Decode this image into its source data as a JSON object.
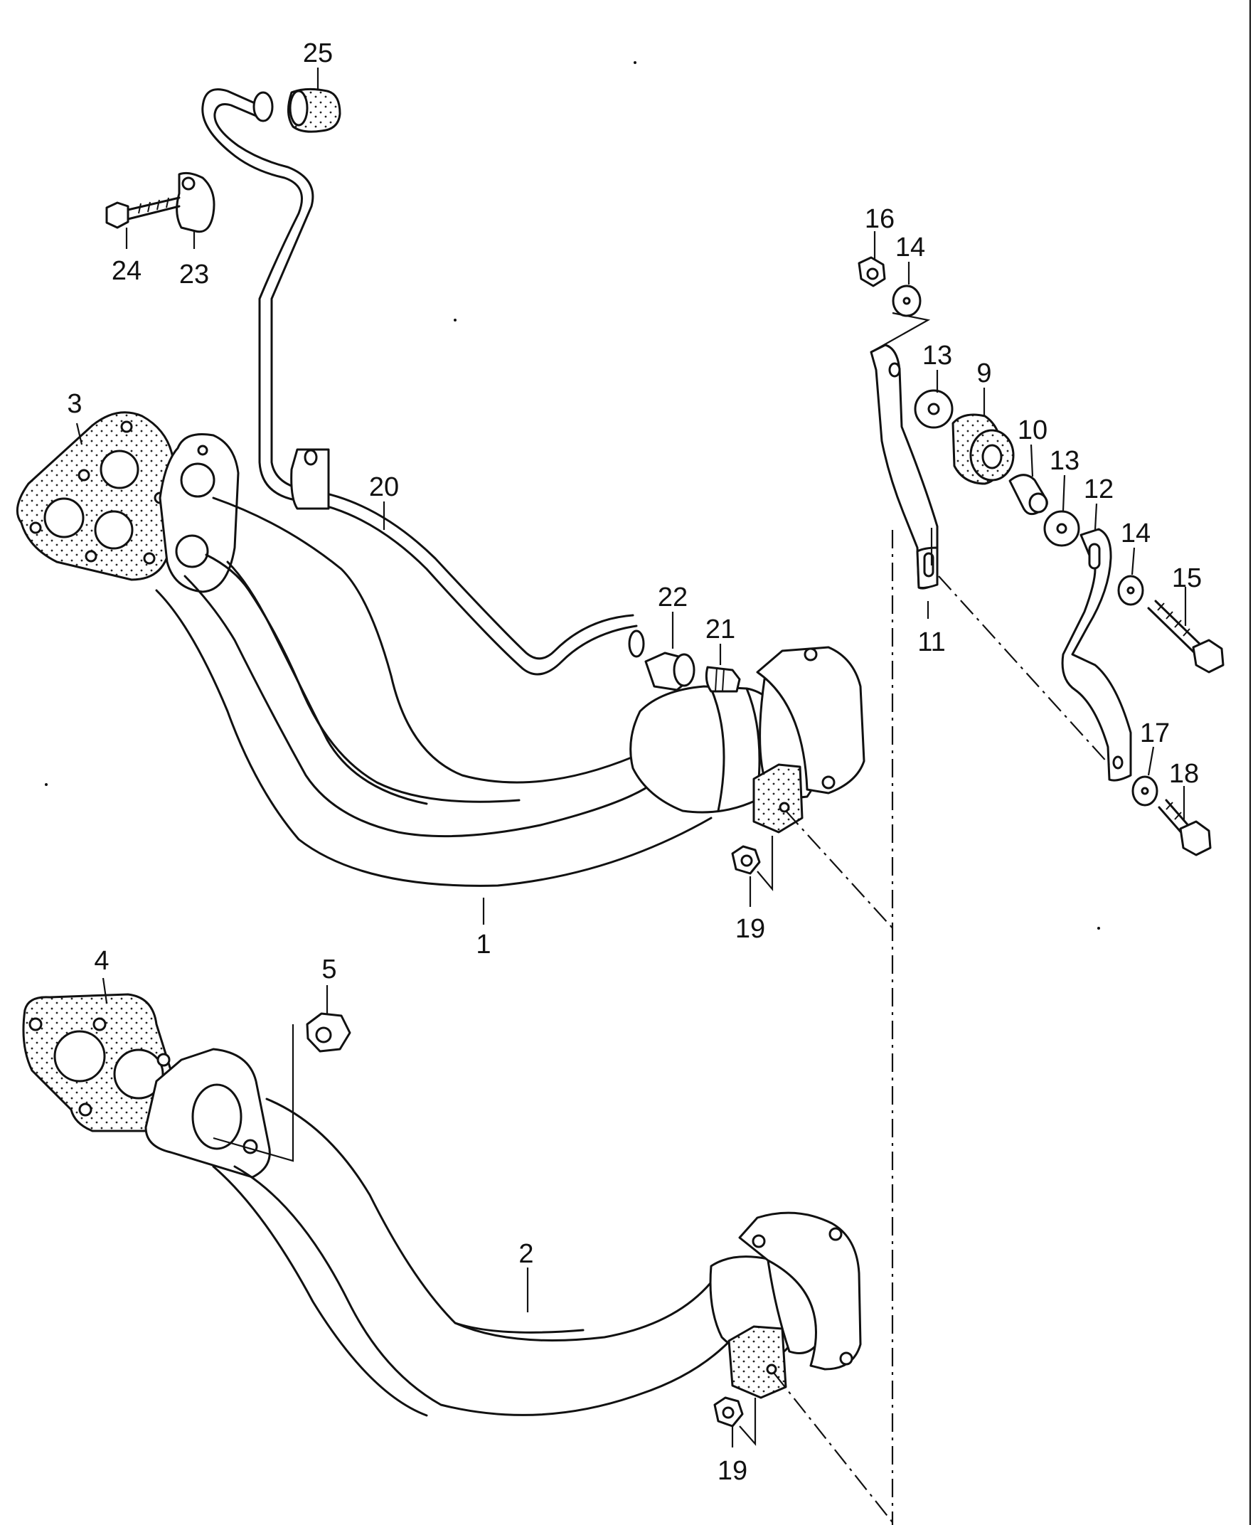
{
  "labels": {
    "p1": "1",
    "p2": "2",
    "p3": "3",
    "p4": "4",
    "p5": "5",
    "p9": "9",
    "p10": "10",
    "p11": "11",
    "p12": "12",
    "p13a": "13",
    "p13b": "13",
    "p14a": "14",
    "p14b": "14",
    "p15": "15",
    "p16": "16",
    "p17": "17",
    "p18": "18",
    "p19a": "19",
    "p19b": "19",
    "p20": "20",
    "p21": "21",
    "p22": "22",
    "p23": "23",
    "p24": "24",
    "p25": "25"
  }
}
